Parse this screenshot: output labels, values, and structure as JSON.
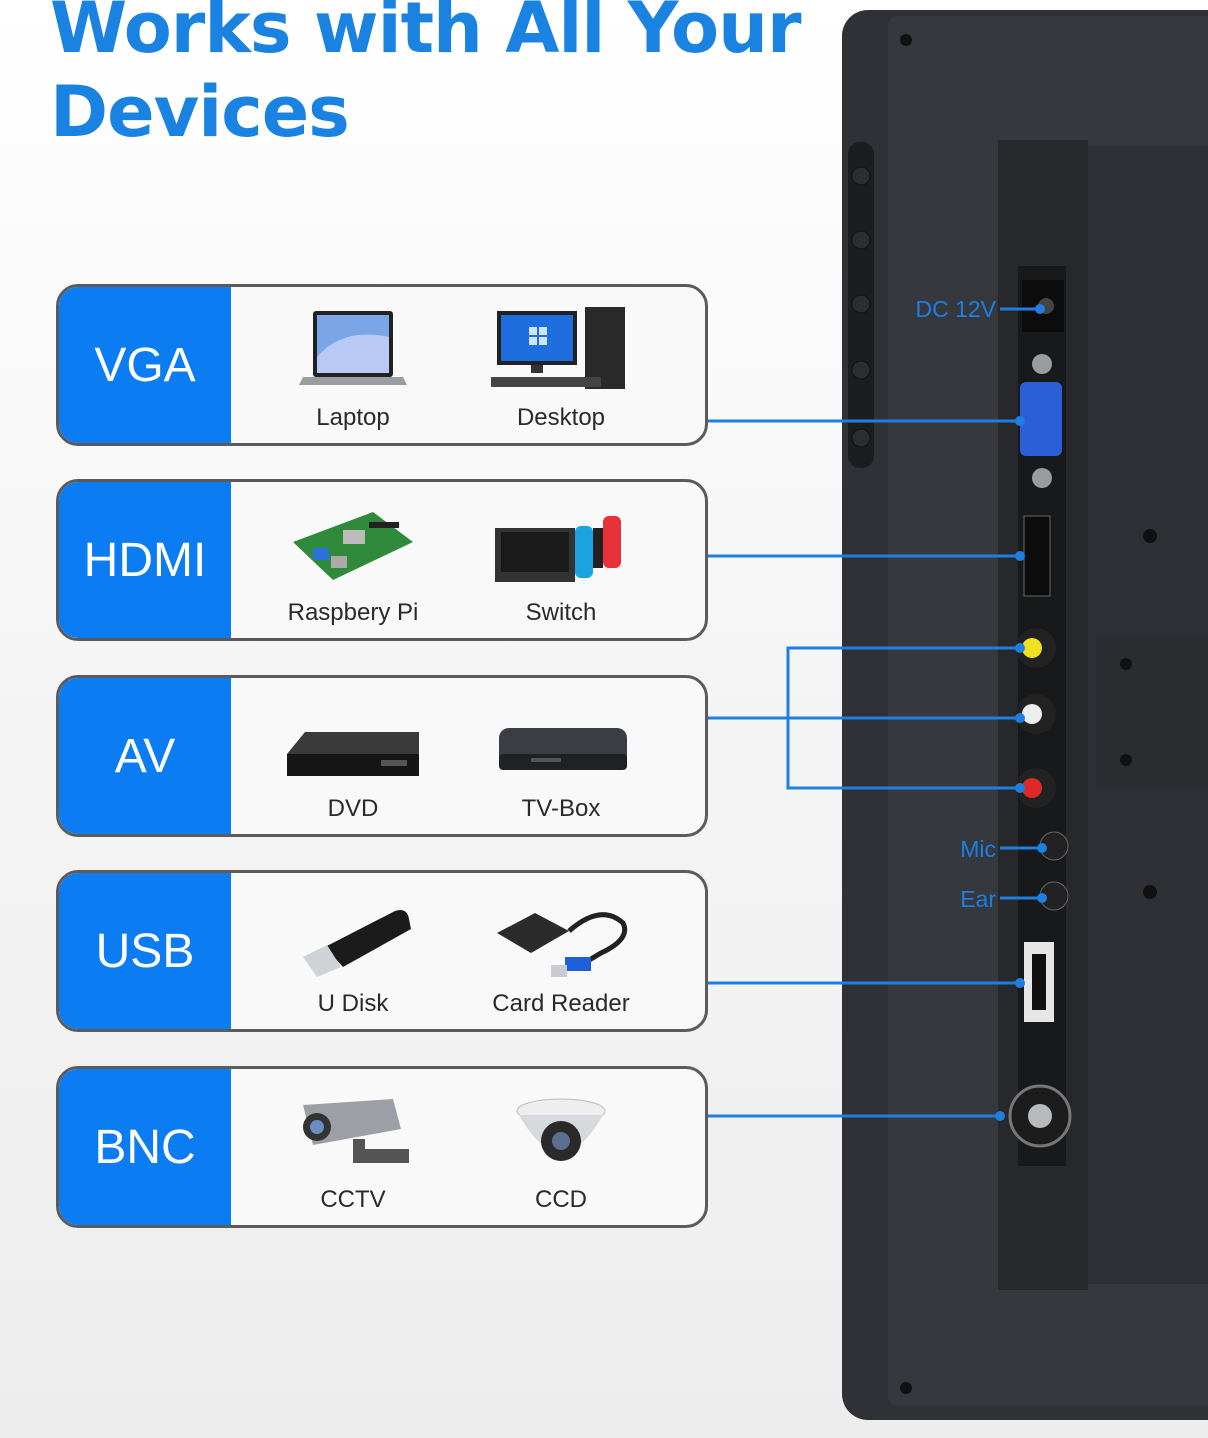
{
  "headline": "Works with All Your Devices",
  "interfaces": [
    {
      "label": "VGA",
      "devices": [
        {
          "name": "Laptop",
          "icon": "laptop-icon"
        },
        {
          "name": "Desktop",
          "icon": "desktop-icon"
        }
      ]
    },
    {
      "label": "HDMI",
      "devices": [
        {
          "name": "Raspbery Pi",
          "icon": "raspberry-pi-icon"
        },
        {
          "name": "Switch",
          "icon": "game-switch-icon"
        }
      ]
    },
    {
      "label": "AV",
      "devices": [
        {
          "name": "DVD",
          "icon": "dvd-player-icon"
        },
        {
          "name": "TV-Box",
          "icon": "tv-box-icon"
        }
      ]
    },
    {
      "label": "USB",
      "devices": [
        {
          "name": "U Disk",
          "icon": "usb-drive-icon"
        },
        {
          "name": "Card Reader",
          "icon": "card-reader-icon"
        }
      ]
    },
    {
      "label": "BNC",
      "devices": [
        {
          "name": "CCTV",
          "icon": "cctv-camera-icon"
        },
        {
          "name": "CCD",
          "icon": "dome-camera-icon"
        }
      ]
    }
  ],
  "port_labels": {
    "dc": "DC 12V",
    "mic": "Mic",
    "ear": "Ear"
  },
  "colors": {
    "accent": "#0b7cf2",
    "heading": "#1a82e0",
    "monitor": "#2f3136",
    "connector": "#1f7fe0"
  }
}
